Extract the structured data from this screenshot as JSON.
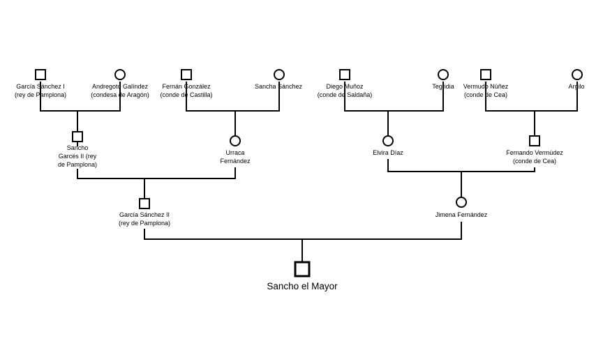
{
  "people": {
    "garcia_sanchez_i": {
      "name": "García Sánchez I",
      "line2": "(rey de Pamplona)"
    },
    "andregoto": {
      "name": "Andregoto Galíndez",
      "line2": "(condesa de Aragón)"
    },
    "fernan_gonzalez": {
      "name": "Fernán González",
      "line2": "(conde de Castilla)"
    },
    "sancha_sanchez": {
      "name": "Sancha Sánchez"
    },
    "diego_munoz": {
      "name": "Diego Muñoz",
      "line2": "(conde de Saldaña)"
    },
    "tegridia": {
      "name": "Tegridia"
    },
    "vermudo_nunez": {
      "name": "Vermudo Núñez",
      "line2": "(conde de Cea)"
    },
    "argilo": {
      "name": "Argilo"
    },
    "sancho_garces_ii": {
      "name": "Sancho",
      "line2": "Garcés II (rey",
      "line3": "de Pamplona)"
    },
    "urraca": {
      "name": "Urraca",
      "line2": "Fernández"
    },
    "elvira_diaz": {
      "name": "Elvira Díaz"
    },
    "fernando_vermudez": {
      "name": "Fernando Vermúdez",
      "line2": "(conde de Cea)"
    },
    "garcia_sanchez_ii": {
      "name": "García Sánchez II",
      "line2": "(rey de Pamplona)"
    },
    "jimena": {
      "name": "Jimena Fernández"
    },
    "sancho_el_mayor": {
      "name": "Sancho el Mayor"
    }
  }
}
